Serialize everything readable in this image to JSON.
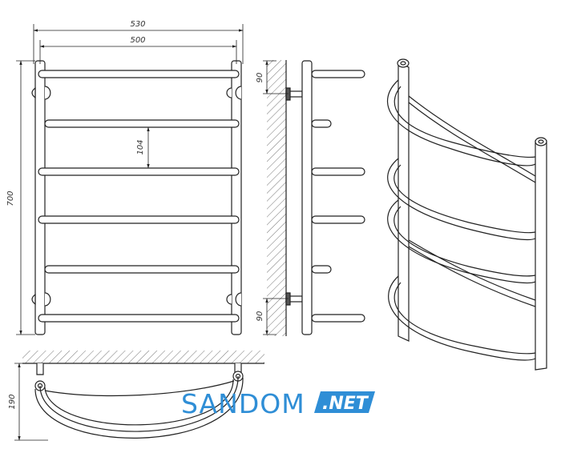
{
  "dimensions": {
    "overall_width": "530",
    "axis_width": "500",
    "height": "700",
    "rung_spacing": "104",
    "top_mount_offset": "90",
    "bottom_mount_offset": "90",
    "depth": "190"
  },
  "watermark": {
    "brand": "SANDOM",
    "suffix": ".NET",
    "brand_color": "#2f8ed6",
    "badge_color": "#2f8ed6"
  },
  "line_color": "#222222"
}
